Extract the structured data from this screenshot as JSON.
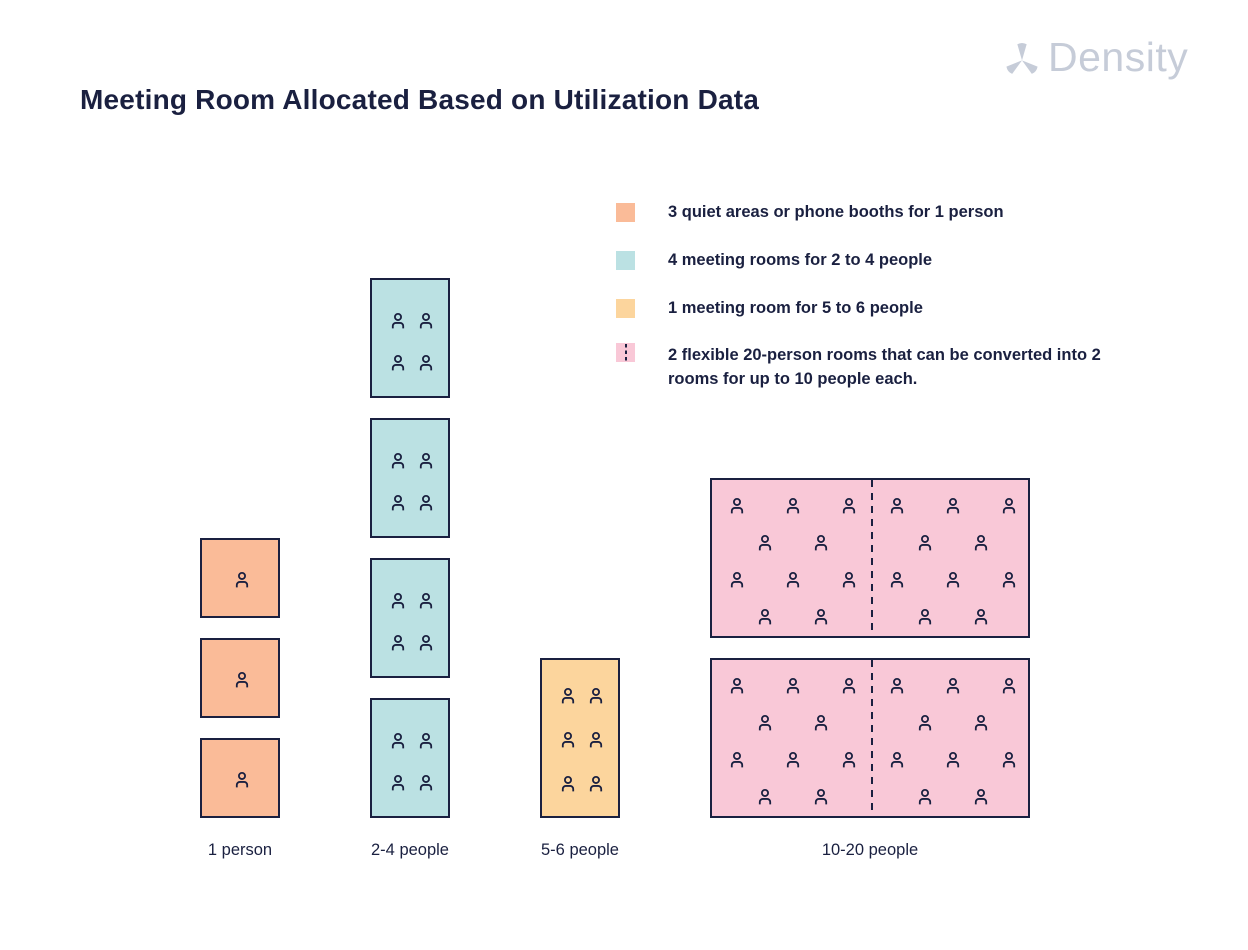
{
  "colors": {
    "ink": "#1a2040",
    "background": "#ffffff",
    "logo_gray": "#c6ccd8"
  },
  "logo": {
    "text": "Density"
  },
  "title": {
    "text": "Meeting Room Allocated Based on Utilization Data"
  },
  "legend": {
    "items": [
      {
        "label": "3 quiet areas or phone booths for 1 person",
        "color": "#fabb98",
        "divided": false
      },
      {
        "label": "4 meeting rooms for 2 to 4 people",
        "color": "#bbe1e3",
        "divided": false
      },
      {
        "label": "1 meeting room for 5 to 6 people",
        "color": "#fcd59d",
        "divided": false
      },
      {
        "label": "2 flexible 20-person rooms that can be converted into 2 rooms for up to 10 people each.",
        "color": "#f9c8d7",
        "divided": true
      }
    ]
  },
  "chart_data": {
    "type": "pictogram",
    "title": "Meeting Room Allocated Based on Utilization Data",
    "categories": [
      "1 person",
      "2-4 people",
      "5-6 people",
      "10-20 people"
    ],
    "series": [
      {
        "name": "rooms",
        "values": [
          3,
          4,
          1,
          2
        ]
      }
    ],
    "people_icons_per_room": [
      1,
      4,
      6,
      20
    ],
    "group_colors": [
      "#fabb98",
      "#bbe1e3",
      "#fcd59d",
      "#f9c8d7"
    ],
    "divided_groups": [
      false,
      false,
      false,
      true
    ],
    "legend_position": "top-right"
  }
}
